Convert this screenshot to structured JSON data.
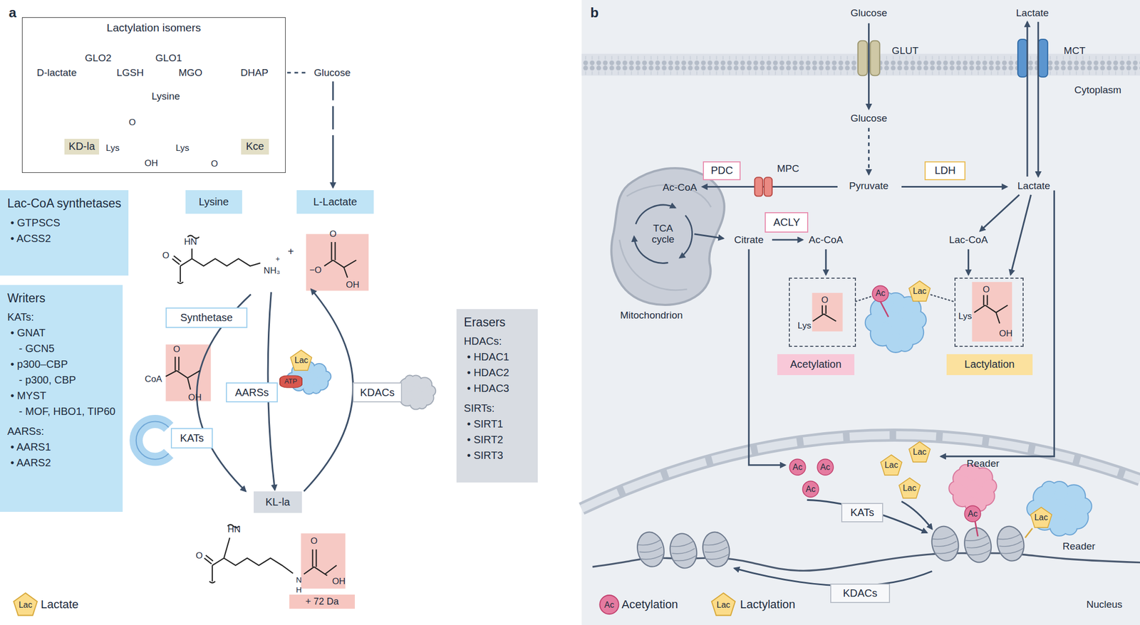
{
  "diagram": {
    "nodes": [
      {
        "text": [
          "Lactylation isomers"
        ]
      },
      {
        "text": [
          "KD-la"
        ],
        "in": 0
      },
      {
        "text": [
          "Kce"
        ],
        "in": 0
      },
      {
        "text": [
          "Lac-CoA synthetases",
          "• GTPSCS",
          "• ACSS2"
        ]
      },
      {
        "text": [
          "Writers",
          "KATs:",
          "• GNAT",
          "- GCN5",
          "• p300–CBP",
          "- p300, CBP",
          "• MYST",
          "- MOF, HBO1, TIP60",
          "AARSs:",
          "• AARS1",
          "• AARS2"
        ]
      },
      {
        "text": [
          "Lysine"
        ]
      },
      {
        "text": [
          "L-Lactate"
        ]
      },
      {
        "text": [
          "Synthetase"
        ]
      },
      {
        "text": [
          "Lac"
        ]
      },
      {
        "text": [
          "ATP"
        ]
      },
      {
        "text": [
          "AARSs"
        ]
      },
      {
        "text": [
          "KDACs"
        ]
      },
      {
        "text": [
          "KATs"
        ]
      },
      {
        "text": [
          "Erasers",
          "HDACs:",
          "• HDAC1",
          "• HDAC2",
          "• HDAC3",
          "SIRTs:",
          "• SIRT1",
          "• SIRT2",
          "• SIRT3"
        ]
      },
      {
        "text": [
          "KL-la"
        ]
      },
      {
        "text": [
          "+ 72 Da"
        ]
      },
      {
        "text": [
          "PDC"
        ]
      },
      {
        "text": [
          "LDH"
        ]
      },
      {
        "text": [
          "ACLY"
        ]
      },
      {
        "text": [
          "O",
          "Lys"
        ]
      },
      {
        "text": [
          "Ac"
        ]
      },
      {
        "text": [
          "Lac"
        ]
      },
      {
        "text": [
          "O",
          "Lys",
          "OH"
        ]
      },
      {
        "text": [
          "Acetylation"
        ]
      },
      {
        "text": [
          "Lactylation"
        ]
      },
      {
        "text": [
          "Ac"
        ]
      },
      {
        "text": [
          "Ac"
        ]
      },
      {
        "text": [
          "Ac"
        ]
      },
      {
        "text": [
          "Lac"
        ]
      },
      {
        "text": [
          "Lac"
        ]
      },
      {
        "text": [
          "Lac"
        ]
      },
      {
        "text": [
          "Ac"
        ]
      },
      {
        "text": [
          "Lac"
        ]
      },
      {
        "text": [
          "KATs"
        ]
      },
      {
        "text": [
          "KDACs"
        ]
      }
    ],
    "edges": [
      {
        "from": 19,
        "to": 20,
        "arrow": "none"
      },
      {
        "from": 21,
        "to": 22,
        "arrow": "none"
      }
    ],
    "labels": [
      "a",
      "b",
      "GLO2",
      "GLO1",
      "D-lactate",
      "LGSH",
      "MGO",
      "DHAP",
      "Glucose",
      "Lysine",
      "O",
      "Lys",
      "OH",
      "Lys",
      "O",
      "HN",
      "NH₃",
      "+",
      "O",
      "+",
      "−O",
      "O",
      "OH",
      "O",
      "CoA",
      "OH",
      "HN",
      "O",
      "N",
      "H",
      "O",
      "OH",
      "Lac",
      "Glucose",
      "Lactate",
      "GLUT",
      "MCT",
      "Cytoplasm",
      "Glucose",
      "Ac-CoA",
      "MPC",
      "Pyruvate",
      "Lactate",
      "TCA cycle",
      "Citrate",
      "Ac-CoA",
      "Lac-CoA",
      "Mitochondrion",
      "Reader",
      "Reader",
      "Nucleus",
      "Ac",
      "Lac"
    ],
    "legend": [
      {
        "text": "Lactate"
      },
      {
        "text": "Acetylation"
      },
      {
        "text": "Lactylation"
      }
    ]
  }
}
